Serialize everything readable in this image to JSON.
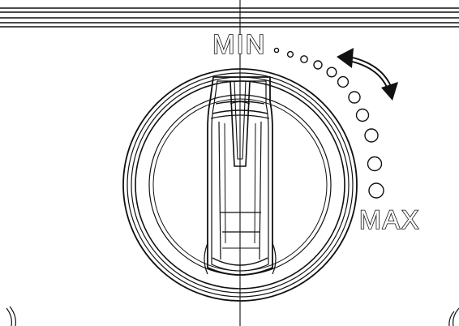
{
  "dial": {
    "min_label": "MIN",
    "max_label": "MAX",
    "level_indicator_count": 10,
    "adjust_direction": "bidirectional"
  },
  "colors": {
    "line": "#111111",
    "background": "#ffffff"
  }
}
